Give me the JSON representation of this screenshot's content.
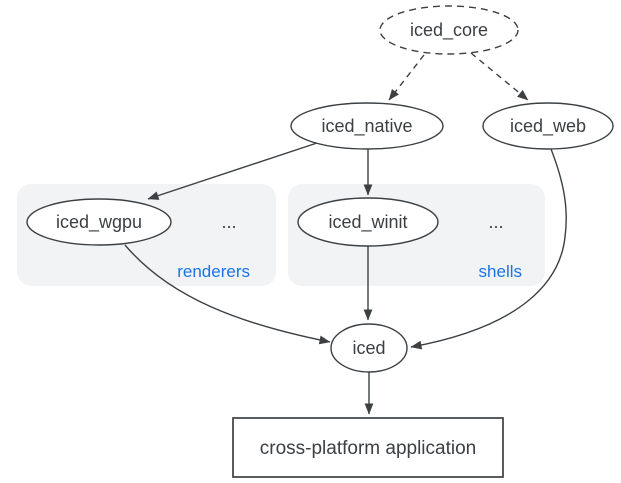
{
  "diagram": {
    "description": "iced ecosystem dependency diagram",
    "colors": {
      "background": "#ffffff",
      "node_fill": "#ffffff",
      "node_stroke": "#3c4043",
      "text": "#3c4043",
      "edge": "#3c4043",
      "group_fill": "#f1f3f4",
      "group_label": "#1a73e8"
    },
    "nodes": {
      "iced_core": {
        "label": "iced_core",
        "shape": "ellipse",
        "border": "dashed"
      },
      "iced_native": {
        "label": "iced_native",
        "shape": "ellipse",
        "border": "solid"
      },
      "iced_web": {
        "label": "iced_web",
        "shape": "ellipse",
        "border": "solid"
      },
      "iced_wgpu": {
        "label": "iced_wgpu",
        "shape": "ellipse",
        "border": "solid"
      },
      "iced_winit": {
        "label": "iced_winit",
        "shape": "ellipse",
        "border": "solid"
      },
      "iced": {
        "label": "iced",
        "shape": "ellipse",
        "border": "solid"
      },
      "app": {
        "label": "cross-platform application",
        "shape": "rectangle",
        "border": "solid"
      }
    },
    "groups": {
      "renderers": {
        "label": "renderers",
        "ellipsis": "...",
        "contains": [
          "iced_wgpu"
        ]
      },
      "shells": {
        "label": "shells",
        "ellipsis": "...",
        "contains": [
          "iced_winit"
        ]
      }
    },
    "edges": [
      {
        "from": "iced_core",
        "to": "iced_native",
        "style": "dashed"
      },
      {
        "from": "iced_core",
        "to": "iced_web",
        "style": "dashed"
      },
      {
        "from": "iced_native",
        "to": "iced_wgpu",
        "style": "solid"
      },
      {
        "from": "iced_native",
        "to": "iced_winit",
        "style": "solid"
      },
      {
        "from": "iced_wgpu",
        "to": "iced",
        "style": "solid"
      },
      {
        "from": "iced_winit",
        "to": "iced",
        "style": "solid"
      },
      {
        "from": "iced_web",
        "to": "iced",
        "style": "solid"
      },
      {
        "from": "iced",
        "to": "app",
        "style": "solid"
      }
    ]
  }
}
